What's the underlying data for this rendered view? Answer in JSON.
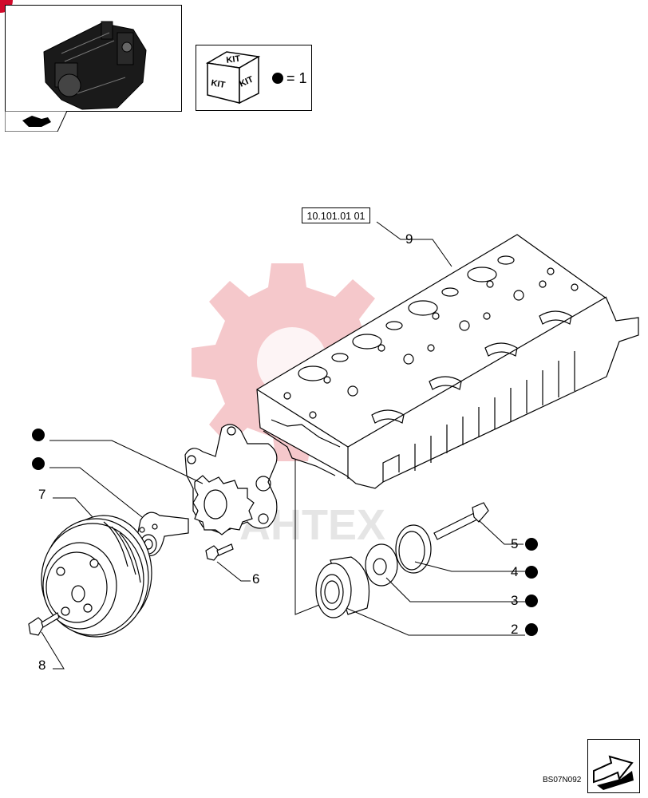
{
  "header": {
    "kit_icon_text": [
      "KIT",
      "KIT",
      "KIT"
    ],
    "kit_legend": "= 1"
  },
  "diagram": {
    "reference": "10.101.01 01",
    "watermark_text": "AHTEX",
    "drawing_code": "BS07N092",
    "callouts": [
      {
        "id": "9",
        "label": "9",
        "kit": false
      },
      {
        "id": "7",
        "label": "7",
        "kit": false
      },
      {
        "id": "6",
        "label": "6",
        "kit": false
      },
      {
        "id": "8",
        "label": "8",
        "kit": false
      },
      {
        "id": "5",
        "label": "5",
        "kit": true
      },
      {
        "id": "4",
        "label": "4",
        "kit": true
      },
      {
        "id": "3",
        "label": "3",
        "kit": true
      },
      {
        "id": "2",
        "label": "2",
        "kit": true
      }
    ]
  },
  "colors": {
    "line": "#000000",
    "watermark": "#f2b5b9",
    "badge": "#d10a2b"
  },
  "icons": [
    "engine-thumbnail-icon",
    "exploded-view-nav-icon",
    "kit-cube-icon",
    "next-page-arrow-icon"
  ]
}
